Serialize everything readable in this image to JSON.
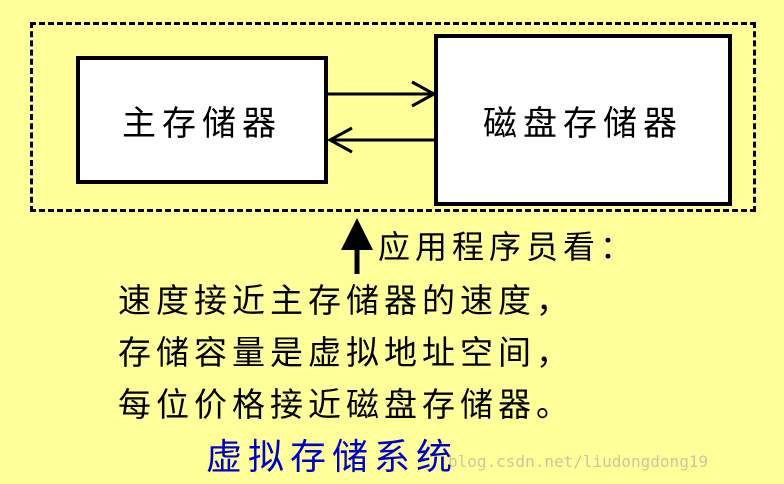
{
  "diagram": {
    "main_memory_label": "主存储器",
    "disk_memory_label": "磁盘存储器",
    "viewer_label": "应用程序员看：",
    "lines": [
      "速度接近主存储器的速度，",
      "存储容量是虚拟地址空间，",
      "每位价格接近磁盘存储器。"
    ],
    "system_title": "虚拟存储系统",
    "watermark": "blog.csdn.net/liudongdong19"
  },
  "colors": {
    "background": "#ffff99",
    "title": "#0000cc",
    "stroke": "#000000"
  }
}
